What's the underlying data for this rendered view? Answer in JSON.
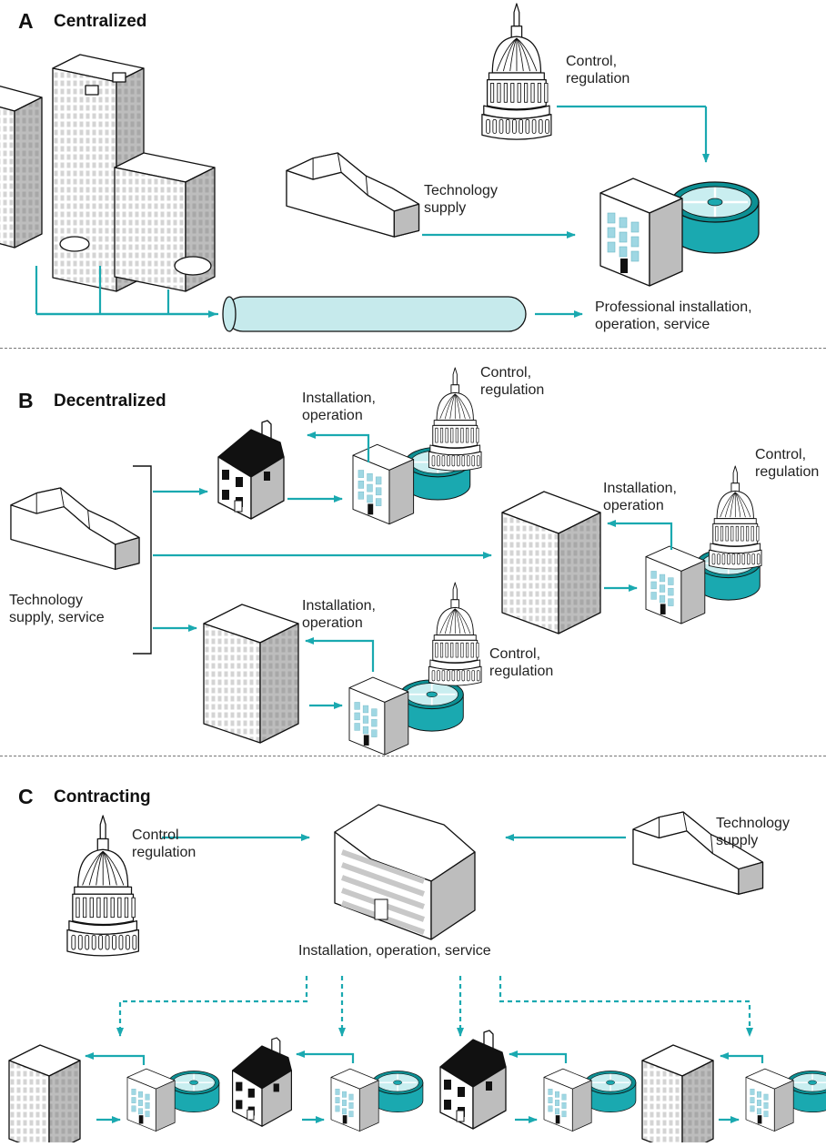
{
  "colors": {
    "teal": "#1aa9b0",
    "teal_dark": "#0c8f93",
    "tank_water": "#c9eef0",
    "pipe_fill": "#c6eaec",
    "line": "#111111",
    "building_side": "#bdbdbd",
    "house_roof": "#111111"
  },
  "sectionA": {
    "letter": "A",
    "title": "Centralized",
    "control": [
      "Control,",
      "regulation"
    ],
    "tech": [
      "Technology",
      "supply"
    ],
    "pro": [
      "Professional installation,",
      "operation, service"
    ]
  },
  "sectionB": {
    "letter": "B",
    "title": "Decentralized",
    "tech": [
      "Technology",
      "supply, service"
    ],
    "install1": [
      "Installation,",
      "operation"
    ],
    "control1": [
      "Control,",
      "regulation"
    ],
    "install2": [
      "Installation,",
      "operation"
    ],
    "control2": [
      "Control,",
      "regulation"
    ],
    "install3": [
      "Installation,",
      "operation"
    ],
    "control3": [
      "Control,",
      "regulation"
    ]
  },
  "sectionC": {
    "letter": "C",
    "title": "Contracting",
    "control": [
      "Control",
      "regulation"
    ],
    "tech": [
      "Technology",
      "supply"
    ],
    "center": "Installation, operation, service"
  },
  "icons": [
    "capitol-dome-icon",
    "factory-icon",
    "office-tower-icon",
    "house-icon",
    "treatment-plant-icon",
    "pipe-icon"
  ]
}
